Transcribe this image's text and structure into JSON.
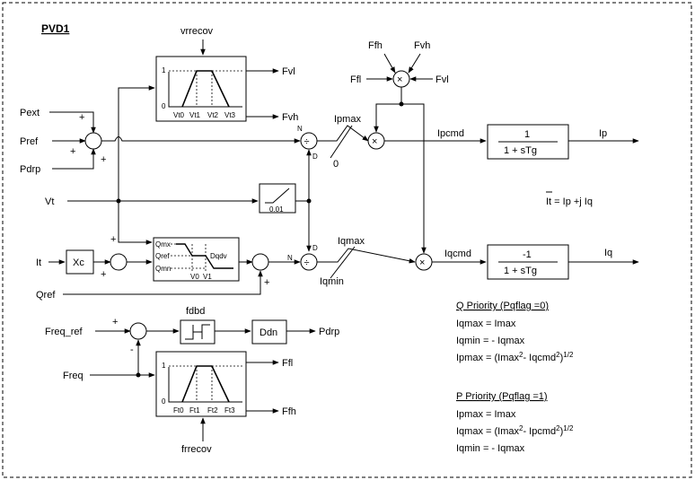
{
  "title": "PVD1",
  "inputs": {
    "pext": "Pext",
    "pref": "Pref",
    "pdrp": "Pdrp",
    "vt": "Vt",
    "it": "It",
    "qref": "Qref",
    "freq_ref": "Freq_ref",
    "freq": "Freq"
  },
  "outputs": {
    "fvl": "Fvl",
    "fvh": "Fvh",
    "ip": "Ip",
    "iq": "Iq",
    "pdrp": "Pdrp",
    "ffl": "Ffl",
    "ffh": "Ffh"
  },
  "voltage_recovery": {
    "top_label": "vrrecov",
    "level_one": "1",
    "level_zero": "0",
    "ticks": [
      "Vt0",
      "Vt1",
      "Vt2",
      "Vt3"
    ]
  },
  "freq_recovery": {
    "bottom_label": "frrecov",
    "level_one": "1",
    "level_zero": "0",
    "ticks": [
      "Ft0",
      "Ft1",
      "Ft2",
      "Ft3"
    ]
  },
  "multiplier": {
    "inputs": [
      "Ffh",
      "Fvh",
      "Ffl",
      "Fvl"
    ],
    "symbol": "×"
  },
  "signals": {
    "ipmax": "Ipmax",
    "zero": "0",
    "ipcmd": "Ipcmd",
    "iqmax": "Iqmax",
    "iqmin": "Iqmin",
    "iqcmd": "Iqcmd",
    "n": "N",
    "d": "D",
    "fdbd": "fdbd"
  },
  "blocks": {
    "xc": "Xc",
    "limiter": "0.01",
    "ddn": "Ddn",
    "lag_p_num": "1",
    "lag_p_den": "1 + sTg",
    "lag_q_num": "-1",
    "lag_q_den": "1 + sTg"
  },
  "droop": {
    "qmx": "Qmx",
    "qref": "Qref",
    "qmn": "Qmn",
    "dqdv": "Dqdv",
    "v0": "V0",
    "v1": "V1"
  },
  "signs": {
    "plus": "+",
    "minus": "-",
    "divide": "÷",
    "times": "×"
  },
  "equation": "It = Ip +j Iq",
  "q_priority": {
    "heading": "Q Priority (Pqflag =0)",
    "line1": "Iqmax = Imax",
    "line2": "Iqmin = - Iqmax",
    "line3_main": "Ipmax = (Imax",
    "line3_mid": "- Iqcmd",
    "line3_end": ")",
    "sq": "2",
    "half": "1/2"
  },
  "p_priority": {
    "heading": "P Priority (Pqflag =1)",
    "line1": "Ipmax = Imax",
    "line2_main": "Iqmax = (Imax",
    "line2_mid": "- Ipcmd",
    "line2_end": ")",
    "line3": "Iqmin = - Iqmax",
    "sq": "2",
    "half": "1/2"
  }
}
